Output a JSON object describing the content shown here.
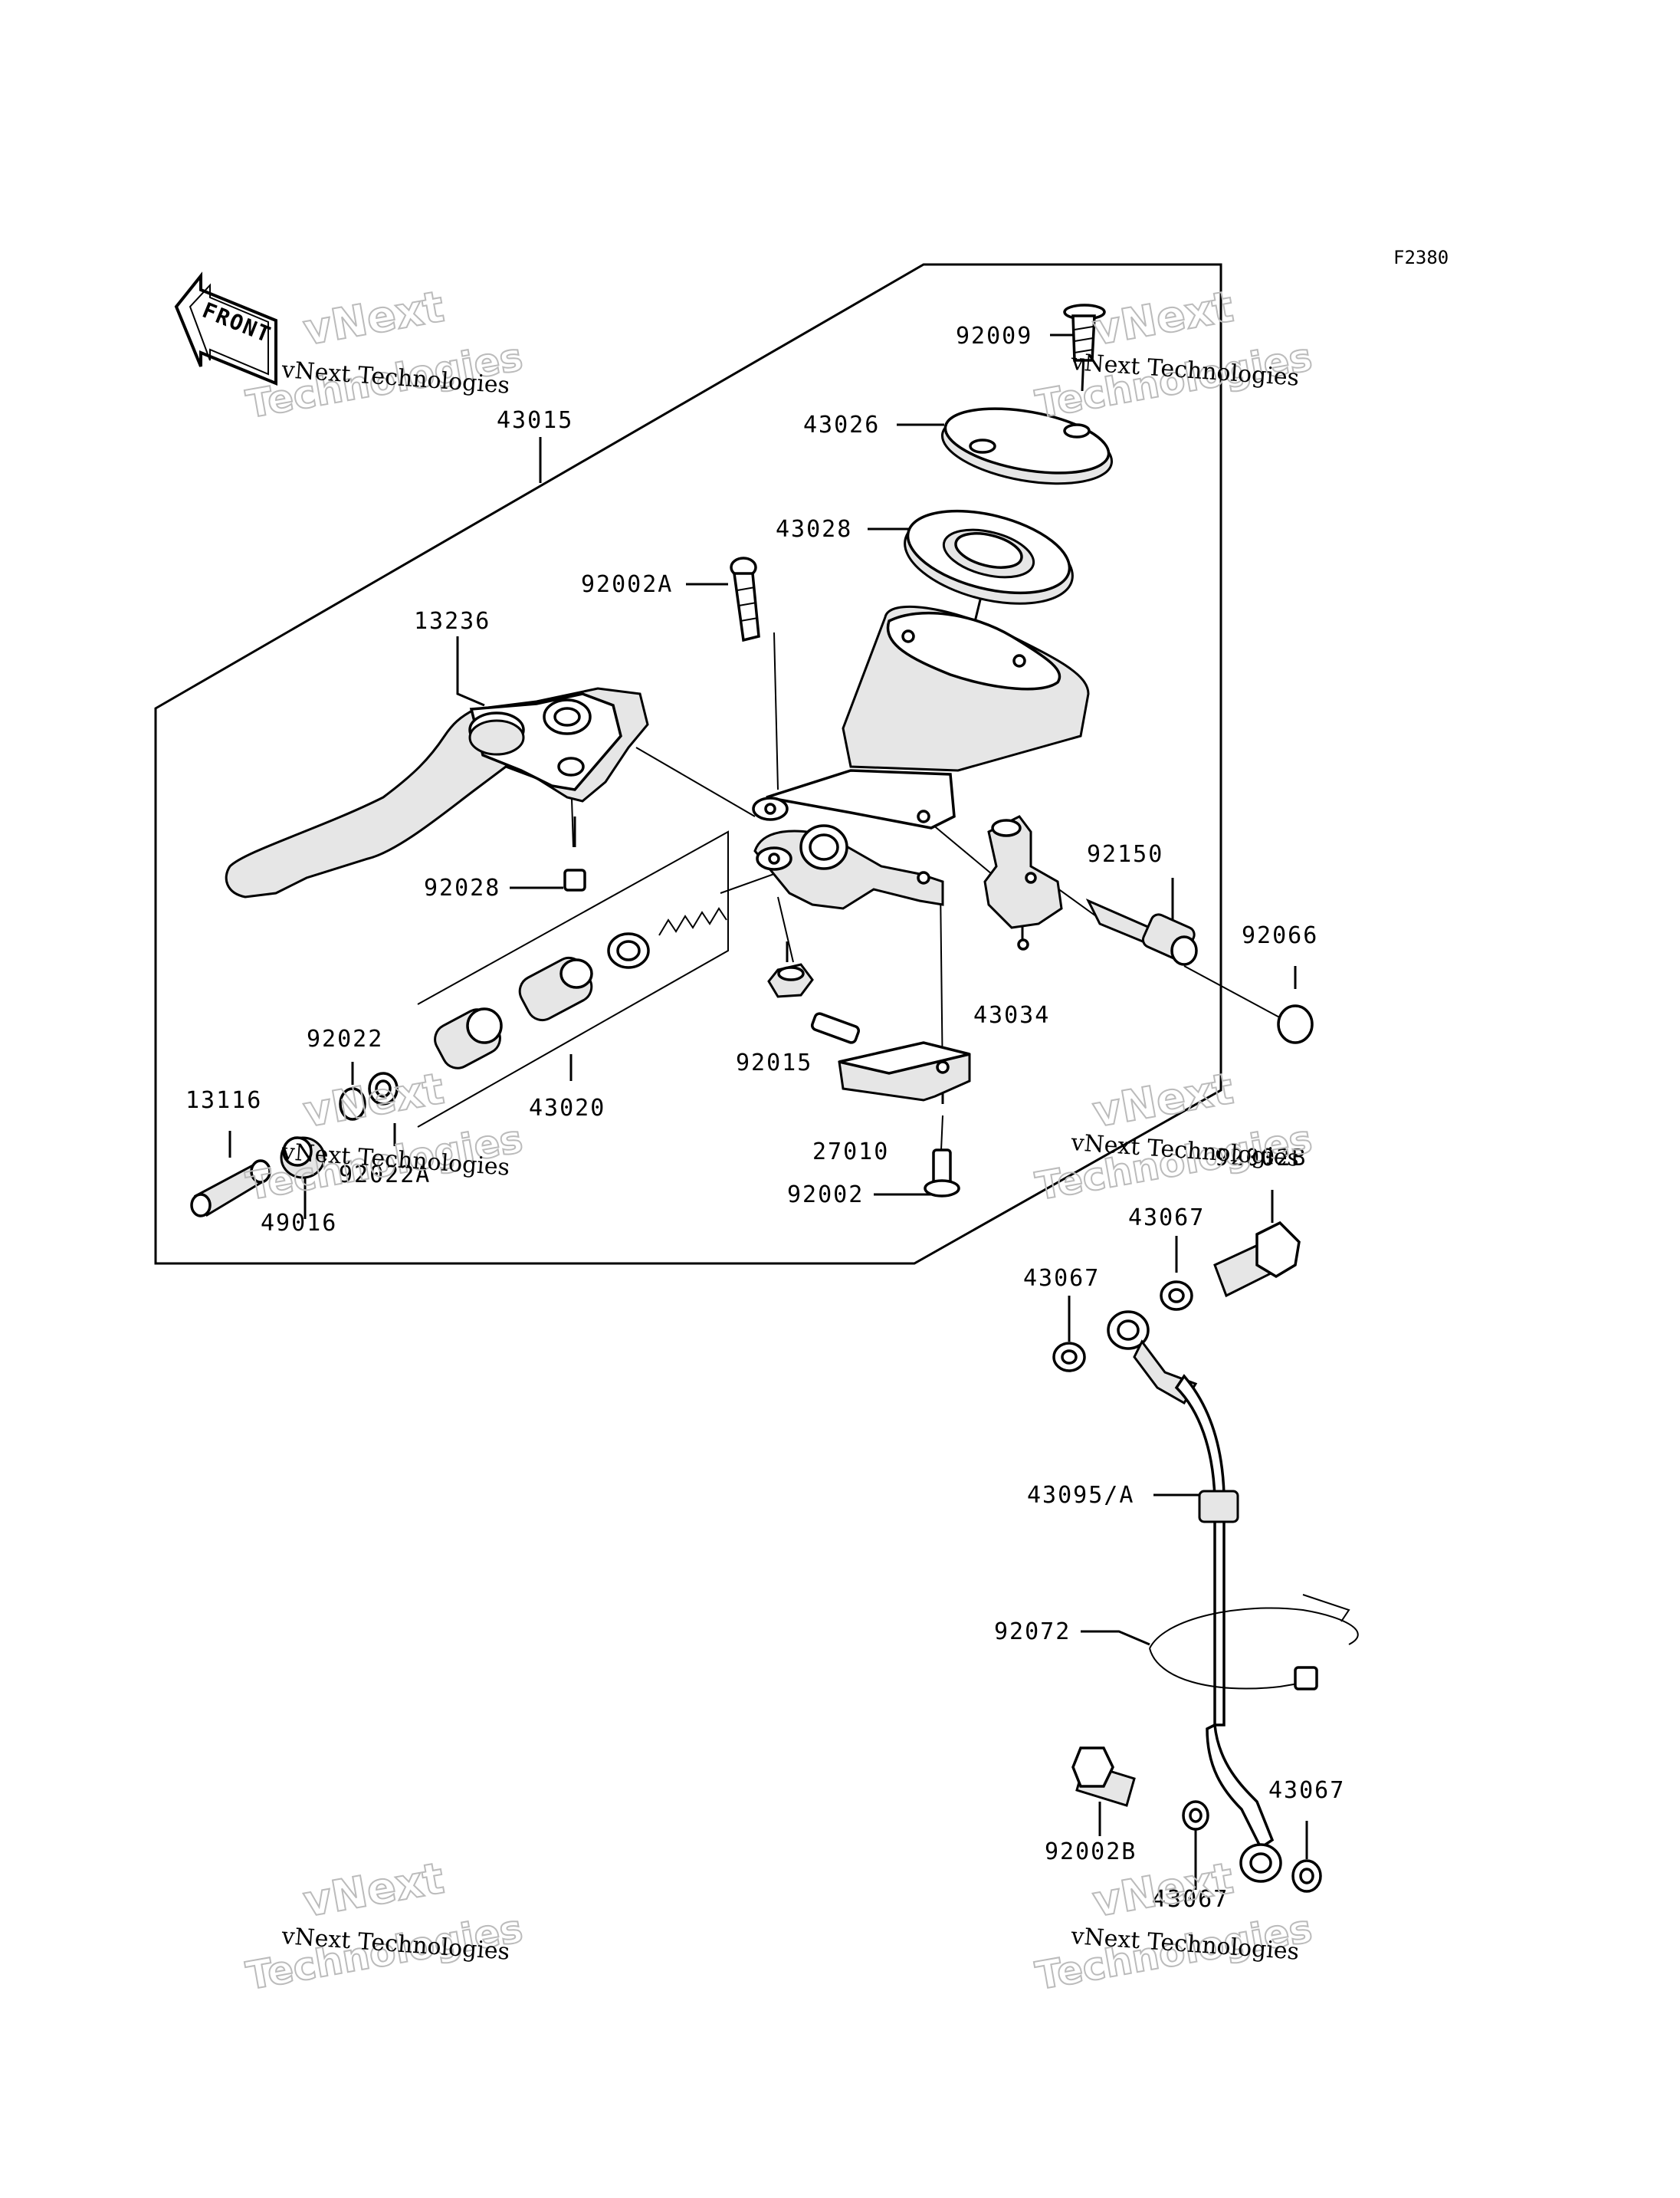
{
  "figure_code": "F2380",
  "front_label": "FRONT",
  "watermark": {
    "company": "vNext Technologies",
    "line_top": "vNext",
    "line_bottom": "Technologies"
  },
  "parts": {
    "p43015": "43015",
    "p92009": "92009",
    "p43026": "43026",
    "p43028": "43028",
    "p92002A": "92002A",
    "p13236": "13236",
    "p92150": "92150",
    "p92066": "92066",
    "p92028": "92028",
    "p43034": "43034",
    "p92022": "92022",
    "p92015": "92015",
    "p13116": "13116",
    "p43020": "43020",
    "p27010": "27010",
    "p92022A": "92022A",
    "p92002B_top": "92002B",
    "p92002": "92002",
    "p49016": "49016",
    "p43067_a": "43067",
    "p43067_b": "43067",
    "p43095A": "43095/A",
    "p92072": "92072",
    "p92002B_bottom": "92002B",
    "p43067_c": "43067",
    "p43067_d": "43067"
  }
}
